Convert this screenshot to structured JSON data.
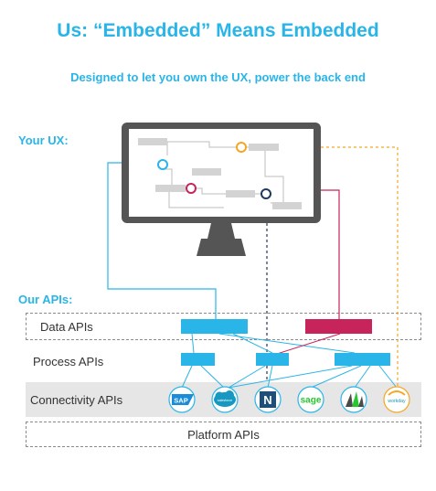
{
  "header": {
    "title": "Us: “Embedded” Means Embedded",
    "subtitle": "Designed to let you own the UX, power the back end"
  },
  "sections": {
    "your_ux": "Your UX:",
    "our_apis": "Our APIs:"
  },
  "layers": {
    "data_apis": "Data APIs",
    "process_apis": "Process APIs",
    "connectivity_apis": "Connectivity APIs",
    "platform_apis": "Platform APIs"
  },
  "connectors": [
    {
      "name": "sap",
      "label": "SAP",
      "color": "#1b8cd8"
    },
    {
      "name": "salesforce",
      "label": "salesforce",
      "color": "#1798c1"
    },
    {
      "name": "netsuite",
      "label": "N",
      "color": "#1f4e79"
    },
    {
      "name": "sage",
      "label": "sage",
      "color": "#27c72e"
    },
    {
      "name": "dynamics",
      "label": "",
      "color": "#4a4a4a"
    },
    {
      "name": "workday",
      "label": "workday",
      "color": "#f5a623"
    }
  ],
  "colors": {
    "accent": "#29b5e8",
    "data_red": "#c8245c",
    "orange": "#f5a623",
    "navy": "#1f3a5c",
    "monitor": "#555555"
  }
}
